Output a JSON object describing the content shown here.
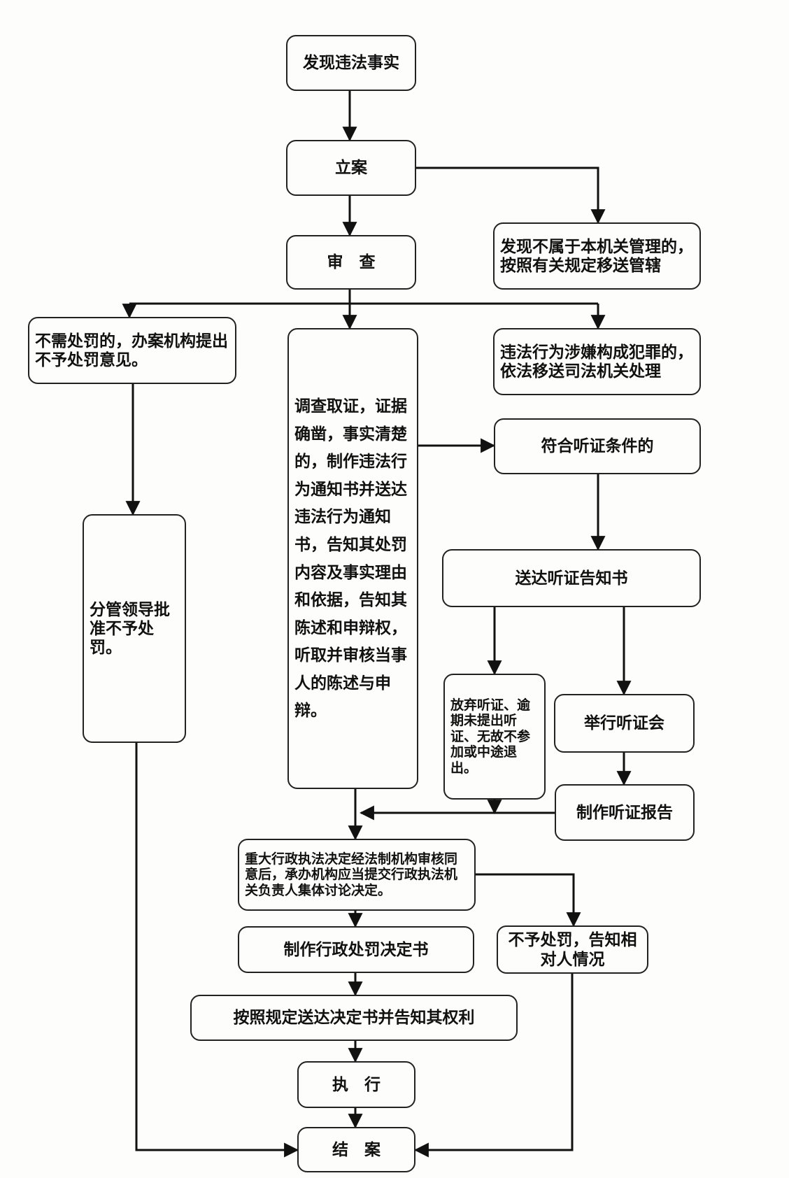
{
  "nodes": {
    "discover": "发现违法事实",
    "file_case": "立案",
    "review": "审　查",
    "transfer_jurisdiction": "发现不属于本机关管理的，按照有关规定移送管辖",
    "no_penalty_needed": "不需处罚的，办案机构提出不予处罚意见。",
    "investigate": "调查取证，证据确凿，事实清楚的，制作违法行为通知书并送达违法行为通知书，告知其处罚内容及事实理由和依据，告知其陈述和申辩权，听取并审核当事人的陈述与申辩。",
    "criminal_transfer": "违法行为涉嫌构成犯罪的，依法移送司法机关处理",
    "hearing_condition": "符合听证条件的",
    "leader_approve": "分管领导批准不予处罚。",
    "hearing_notice": "送达听证告知书",
    "waive_hearing": "放弃听证、逾期未提出听证、无故不参加或中途退出。",
    "hold_hearing": "举行听证会",
    "hearing_report": "制作听证报告",
    "collective_decision": "重大行政执法决定经法制机构审核同意后，承办机构应当提交行政执法机关负责人集体讨论决定。",
    "no_penalty_notify": "不予处罚，告知相对人情况",
    "penalty_decision": "制作行政处罚决定书",
    "deliver_decision": "按照规定送达决定书并告知其权利",
    "execute": "执　行",
    "close_case": "结　案"
  }
}
